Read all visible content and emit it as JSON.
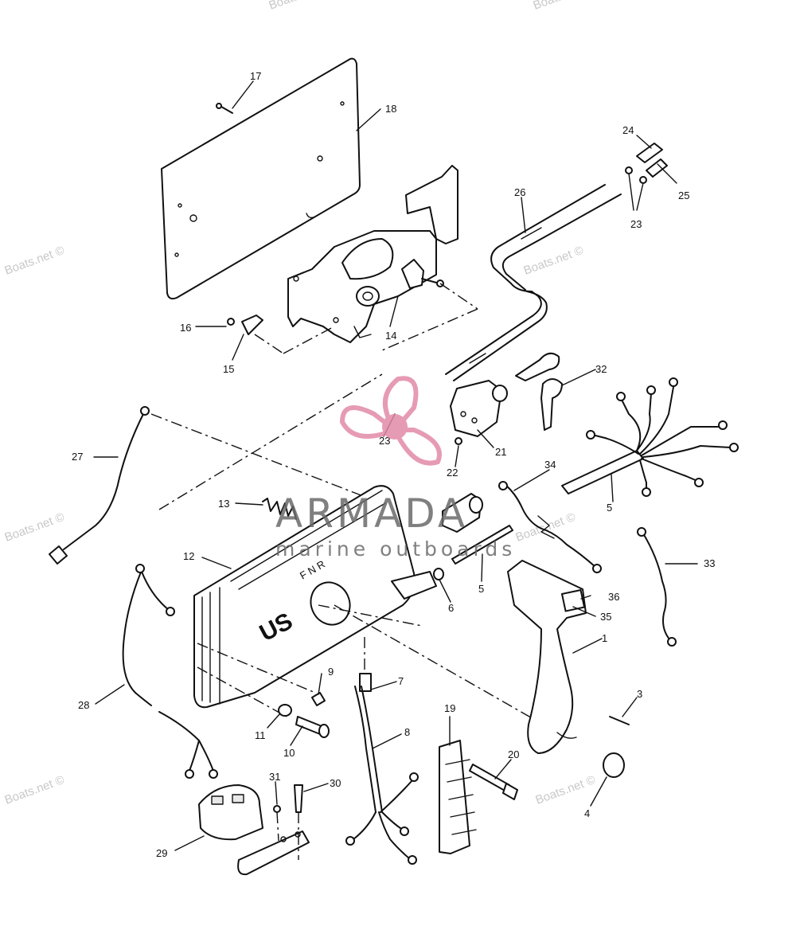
{
  "watermark": {
    "site_text": "Boats.net ©",
    "brand_name": "ARMADA",
    "brand_tagline": "marine outboards",
    "logo_color": "#e28aa8"
  },
  "box_lettering": "US",
  "shift_marks": "F N R",
  "callouts": {
    "c1": "1",
    "c3": "3",
    "c4": "4",
    "c5a": "5",
    "c5b": "5",
    "c6": "6",
    "c7": "7",
    "c8": "8",
    "c9": "9",
    "c10": "10",
    "c11": "11",
    "c12": "12",
    "c13": "13",
    "c14": "14",
    "c15": "15",
    "c16": "16",
    "c17": "17",
    "c18": "18",
    "c19": "19",
    "c20": "20",
    "c21": "21",
    "c22": "22",
    "c23a": "23",
    "c23b": "23",
    "c24": "24",
    "c25": "25",
    "c26": "26",
    "c27": "27",
    "c28": "28",
    "c29": "29",
    "c30": "30",
    "c31": "31",
    "c32": "32",
    "c33": "33",
    "c34": "34",
    "c35": "35",
    "c36": "36"
  }
}
